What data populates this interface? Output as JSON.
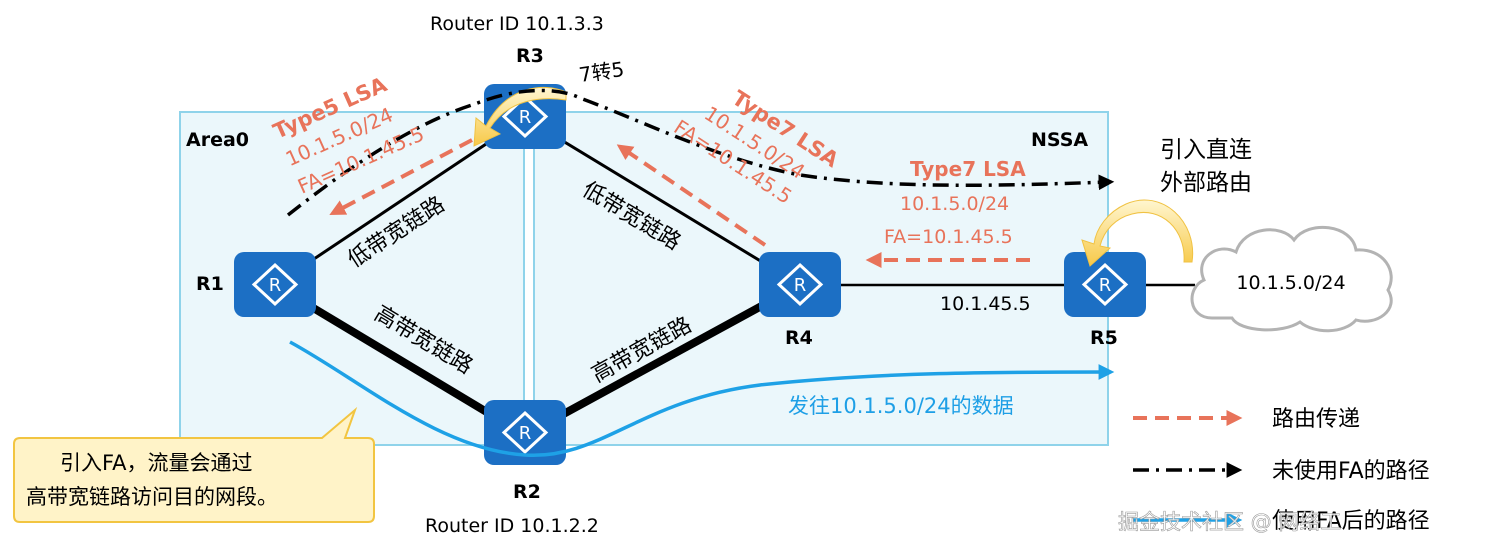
{
  "areas": {
    "area0": "Area0",
    "nssa": "NSSA"
  },
  "routers": {
    "r1": "R1",
    "r2": "R2",
    "r3": "R3",
    "r4": "R4",
    "r5": "R5",
    "r3_id": "Router ID 10.1.3.3",
    "r2_id": "Router ID 10.1.2.2",
    "glyph": "R"
  },
  "links": {
    "low_bw": "低带宽链路",
    "high_bw": "高带宽链路",
    "r4_r5_ip": "10.1.45.5"
  },
  "lsa": {
    "type5_title": "Type5 LSA",
    "type5_prefix": "10.1.5.0/24",
    "type5_fa": "FA=10.1.45.5",
    "type7_diag_title": "Type7 LSA",
    "type7_diag_prefix": "10.1.5.0/24",
    "type7_diag_fa": "FA=10.1.45.5",
    "type7_title": "Type7 LSA",
    "type7_prefix": "10.1.5.0/24",
    "type7_fa": "FA=10.1.45.5",
    "translate": "7转5"
  },
  "annotations": {
    "import_direct_1": "引入直连",
    "import_direct_2": "外部路由",
    "cloud_network": "10.1.5.0/24",
    "data_flow": "发往10.1.5.0/24的数据",
    "callout_line1": "引入FA，流量会通过",
    "callout_line2": "高带宽链路访问目的网段。"
  },
  "legend": {
    "route_passing": "路由传递",
    "no_fa_path": "未使用FA的路径",
    "fa_path": "使用FA后的路径"
  },
  "watermark": "掘金技术社区 @ 网络工"
}
